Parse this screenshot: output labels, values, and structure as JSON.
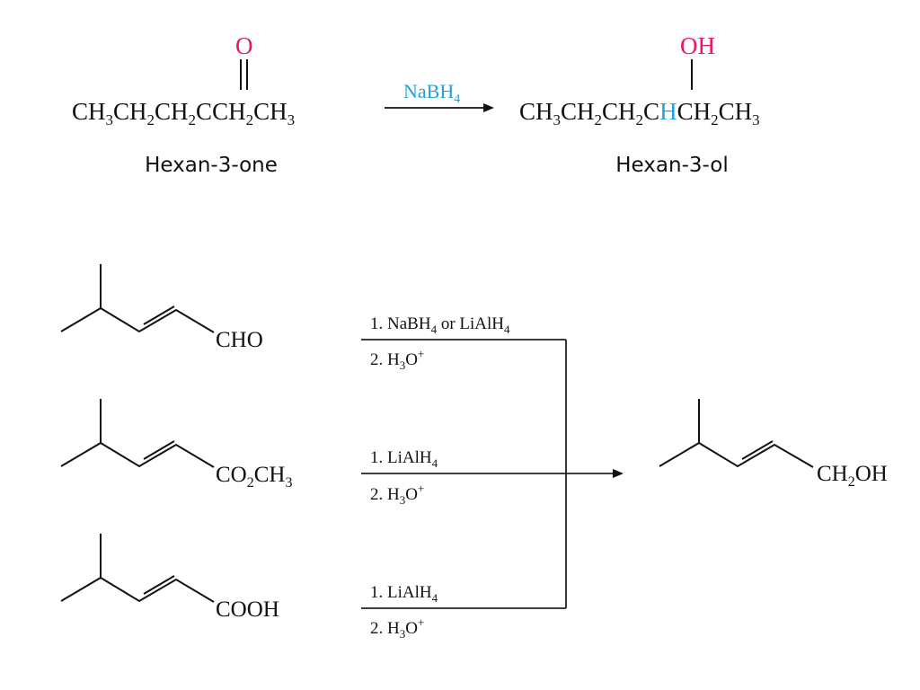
{
  "colors": {
    "ink": "#111111",
    "oxygen": "#e8176d",
    "hydride": "#1fa3dc",
    "rule": "#222222"
  },
  "reaction_top": {
    "reactant": {
      "left_chain": [
        "CH",
        "3",
        "CH",
        "2",
        "CH",
        "2"
      ],
      "carbonyl_carbon": "C",
      "right_chain": [
        "CH",
        "2",
        "CH",
        "3"
      ],
      "oxygen": "O",
      "name": "Hexan-3-one"
    },
    "reagent": {
      "text": "NaBH",
      "sub": "4"
    },
    "product": {
      "left_chain": [
        "CH",
        "3",
        "CH",
        "2",
        "CH",
        "2"
      ],
      "carbinol_carbon": "C",
      "new_h": "H",
      "right_chain": [
        "CH",
        "2",
        "CH",
        "3"
      ],
      "hydroxyl": "OH",
      "name": "Hexan-3-ol"
    }
  },
  "reaction_bottom": {
    "substrates": [
      {
        "group": [
          "CHO"
        ]
      },
      {
        "group": [
          "CO",
          "2",
          "CH",
          "3"
        ]
      },
      {
        "group": [
          "COOH"
        ]
      }
    ],
    "conditions": [
      {
        "step1": [
          "1. NaBH",
          "4",
          " or LiAlH",
          "4"
        ],
        "step2": [
          "2. H",
          "3",
          "O",
          "+"
        ]
      },
      {
        "step1": [
          "1. LiAlH",
          "4"
        ],
        "step2": [
          "2. H",
          "3",
          "O",
          "+"
        ]
      },
      {
        "step1": [
          "1. LiAlH",
          "4"
        ],
        "step2": [
          "2. H",
          "3",
          "O",
          "+"
        ]
      }
    ],
    "product": {
      "group": [
        "CH",
        "2",
        "OH"
      ]
    }
  }
}
